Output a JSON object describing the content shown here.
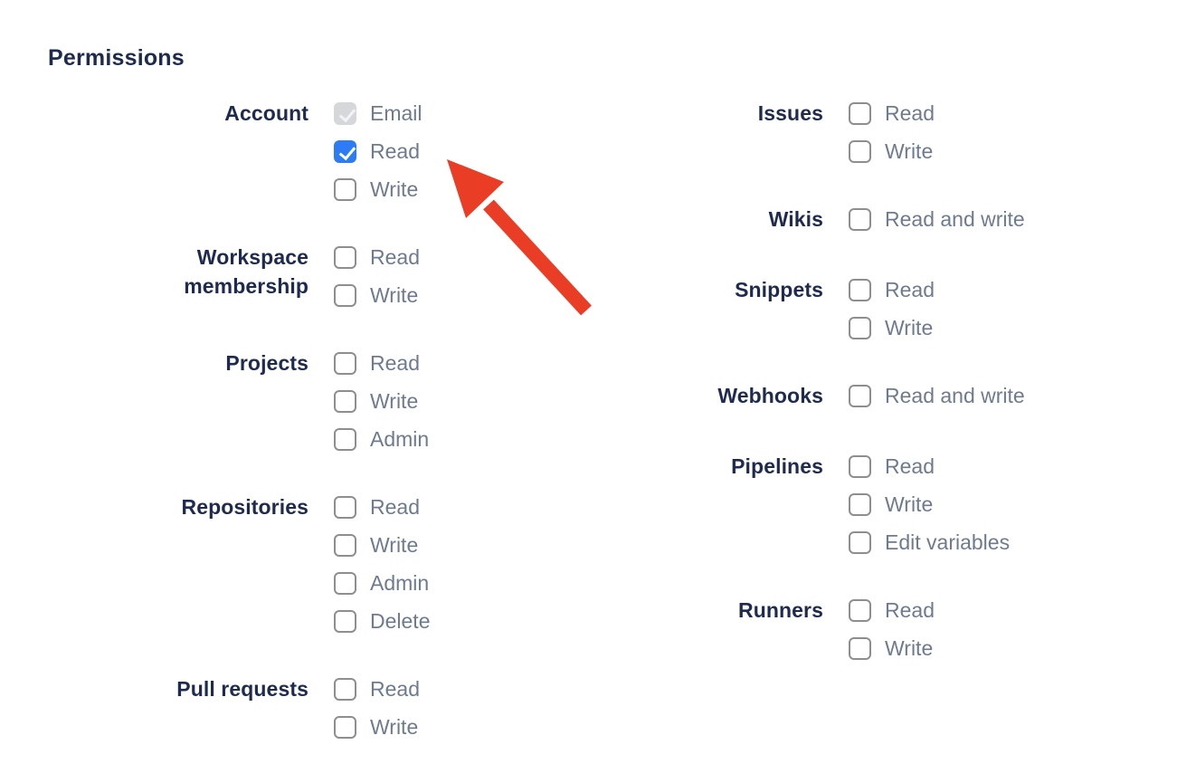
{
  "heading": "Permissions",
  "colors": {
    "heading_text": "#1E2B4F",
    "group_label_text": "#1E2B4F",
    "option_label_text": "#6E7B8E",
    "checkbox_checked_bg": "#2D7BF5",
    "checkbox_disabled_bg": "#D5D7DA",
    "checkbox_border": "#8E8E8E",
    "arrow": "#E93D25"
  },
  "columns": [
    {
      "groups": [
        {
          "label": "Account",
          "options": [
            {
              "label": "Email",
              "state": "checked-disabled"
            },
            {
              "label": "Read",
              "state": "checked"
            },
            {
              "label": "Write",
              "state": "unchecked"
            }
          ]
        },
        {
          "label": "Workspace membership",
          "options": [
            {
              "label": "Read",
              "state": "unchecked"
            },
            {
              "label": "Write",
              "state": "unchecked"
            }
          ]
        },
        {
          "label": "Projects",
          "options": [
            {
              "label": "Read",
              "state": "unchecked"
            },
            {
              "label": "Write",
              "state": "unchecked"
            },
            {
              "label": "Admin",
              "state": "unchecked"
            }
          ]
        },
        {
          "label": "Repositories",
          "options": [
            {
              "label": "Read",
              "state": "unchecked"
            },
            {
              "label": "Write",
              "state": "unchecked"
            },
            {
              "label": "Admin",
              "state": "unchecked"
            },
            {
              "label": "Delete",
              "state": "unchecked"
            }
          ]
        },
        {
          "label": "Pull requests",
          "options": [
            {
              "label": "Read",
              "state": "unchecked"
            },
            {
              "label": "Write",
              "state": "unchecked"
            }
          ]
        }
      ]
    },
    {
      "groups": [
        {
          "label": "Issues",
          "options": [
            {
              "label": "Read",
              "state": "unchecked"
            },
            {
              "label": "Write",
              "state": "unchecked"
            }
          ]
        },
        {
          "label": "Wikis",
          "options": [
            {
              "label": "Read and write",
              "state": "unchecked"
            }
          ]
        },
        {
          "label": "Snippets",
          "options": [
            {
              "label": "Read",
              "state": "unchecked"
            },
            {
              "label": "Write",
              "state": "unchecked"
            }
          ]
        },
        {
          "label": "Webhooks",
          "options": [
            {
              "label": "Read and write",
              "state": "unchecked"
            }
          ]
        },
        {
          "label": "Pipelines",
          "options": [
            {
              "label": "Read",
              "state": "unchecked"
            },
            {
              "label": "Write",
              "state": "unchecked"
            },
            {
              "label": "Edit variables",
              "state": "unchecked"
            }
          ]
        },
        {
          "label": "Runners",
          "options": [
            {
              "label": "Read",
              "state": "unchecked"
            },
            {
              "label": "Write",
              "state": "unchecked"
            }
          ]
        }
      ]
    }
  ]
}
